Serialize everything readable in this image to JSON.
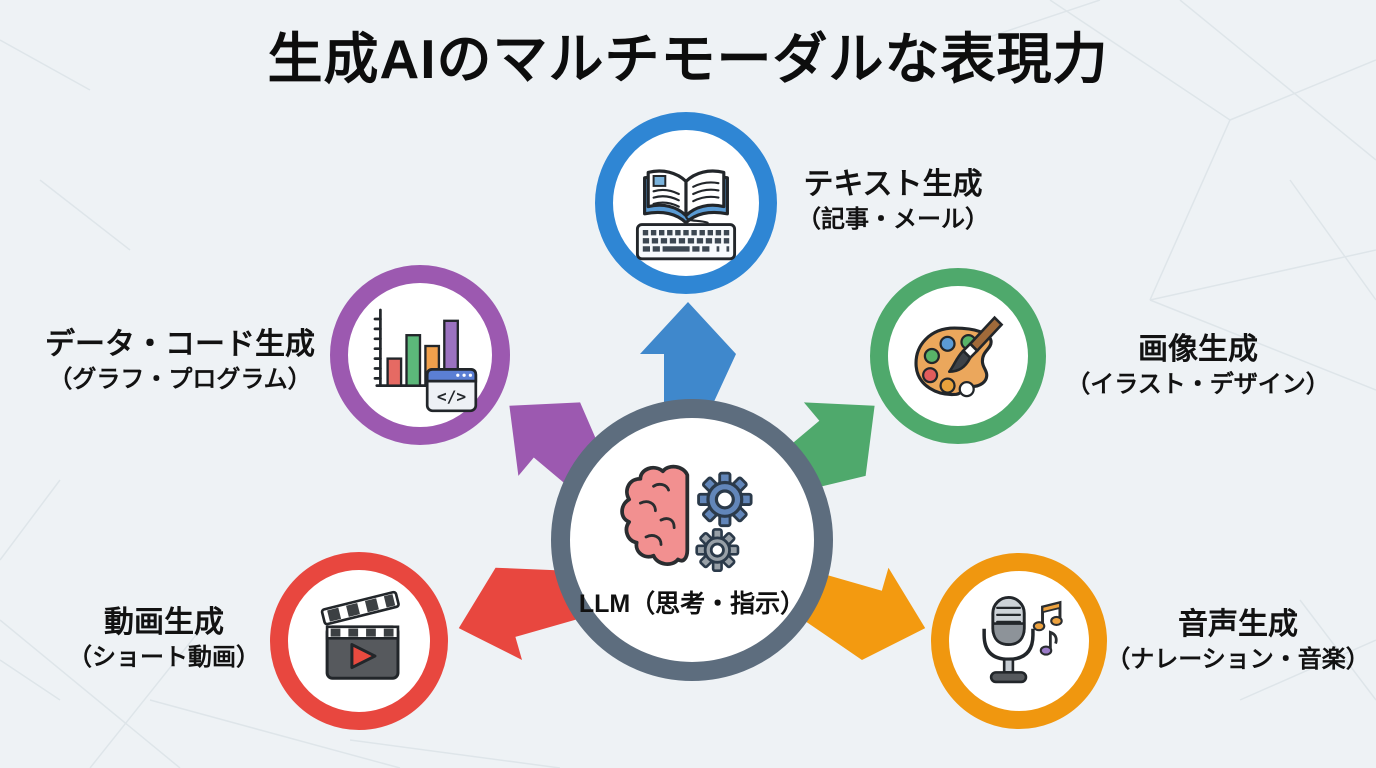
{
  "title": "生成AIのマルチモーダルな表現力",
  "background_color": "#eef2f5",
  "text_color": "#111111",
  "center": {
    "id": "llm-core",
    "label": "LLM（思考・指示）",
    "ring_color": "#5d6d7e",
    "icon": "brain-gears-icon"
  },
  "nodes": [
    {
      "id": "text-generation",
      "label": "テキスト生成",
      "sublabel": "（記事・メール）",
      "ring_color": "#2f86d4",
      "icon": "book-keyboard-icon",
      "position": "top"
    },
    {
      "id": "image-generation",
      "label": "画像生成",
      "sublabel": "（イラスト・デザイン）",
      "ring_color": "#4fa96c",
      "icon": "paint-palette-icon",
      "position": "upper-right"
    },
    {
      "id": "audio-generation",
      "label": "音声生成",
      "sublabel": "（ナレーション・音楽）",
      "ring_color": "#f0970f",
      "icon": "microphone-music-icon",
      "position": "lower-right"
    },
    {
      "id": "video-generation",
      "label": "動画生成",
      "sublabel": "（ショート動画）",
      "ring_color": "#e8473f",
      "icon": "clapperboard-icon",
      "position": "lower-left"
    },
    {
      "id": "data-code-generation",
      "label": "データ・コード生成",
      "sublabel": "（グラフ・プログラム）",
      "ring_color": "#9c59b0",
      "icon": "bar-chart-code-icon",
      "position": "upper-left"
    }
  ],
  "arrows": [
    {
      "to": "text-generation",
      "direction": "up",
      "color": "#3f88cc"
    },
    {
      "to": "image-generation",
      "direction": "upper-right",
      "color": "#4fa96c"
    },
    {
      "to": "audio-generation",
      "direction": "lower-right",
      "color": "#f39a10"
    },
    {
      "to": "video-generation",
      "direction": "lower-left",
      "color": "#e8473f"
    },
    {
      "to": "data-code-generation",
      "direction": "upper-left",
      "color": "#9c59b0"
    }
  ]
}
